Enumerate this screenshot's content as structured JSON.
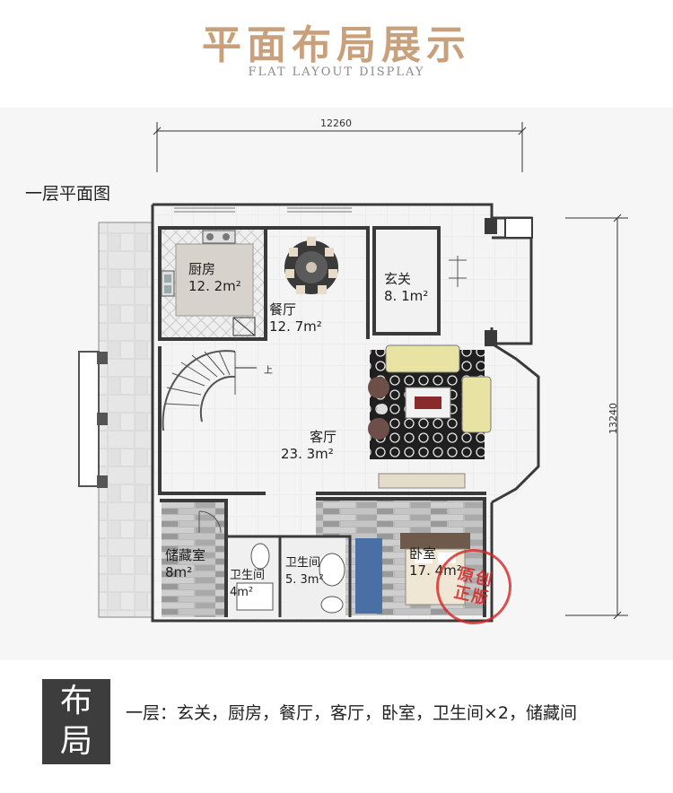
{
  "header": {
    "title": "平面布局展示",
    "subtitle": "FLAT LAYOUT DISPLAY"
  },
  "plan": {
    "floor_title": "一层平面图",
    "dimensions": {
      "width": "12260",
      "height": "13240"
    },
    "stair_mark": "上",
    "rooms": [
      {
        "id": "kitchen",
        "name": "厨房",
        "area": "12. 2m²"
      },
      {
        "id": "dining",
        "name": "餐厅",
        "area": "12. 7m²"
      },
      {
        "id": "foyer",
        "name": "玄关",
        "area": "8. 1m²"
      },
      {
        "id": "living",
        "name": "客厅",
        "area": "23. 3m²"
      },
      {
        "id": "storage",
        "name": "储藏室",
        "area": "8m²"
      },
      {
        "id": "bath1",
        "name": "卫生间",
        "area": "4m²"
      },
      {
        "id": "bath2",
        "name": "卫生间",
        "area": "5. 3m²"
      },
      {
        "id": "bedroom",
        "name": "卧室",
        "area": "17. 4m²"
      }
    ],
    "stamp": {
      "line1": "原创",
      "line2": "正版"
    }
  },
  "summary": {
    "tag_chars": [
      "布",
      "局"
    ],
    "text": "一层：玄关，厨房，餐厅，客厅，卧室，卫生间×2，储藏间"
  },
  "colors": {
    "title": "#c9a07c",
    "wall": "#3a3a3a",
    "stamp": "#d62626"
  }
}
